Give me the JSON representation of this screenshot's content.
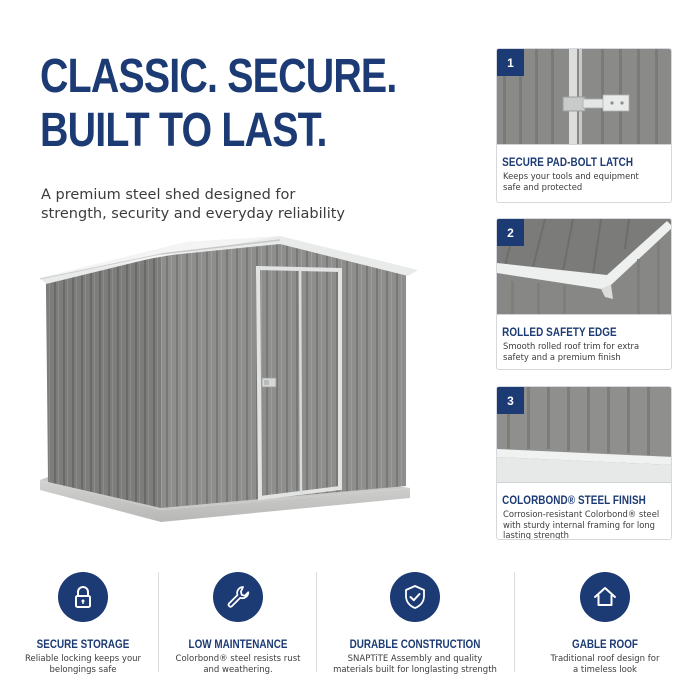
{
  "headline": {
    "line1": "CLASSIC. SECURE.",
    "line2": "BUILT TO LAST."
  },
  "subline": {
    "line1": "A premium steel shed designed for",
    "line2": "strength, security and everyday reliability"
  },
  "colors": {
    "navy": "#1c3a73",
    "steel": "#8b8c8a",
    "text": "#3c3c3c"
  },
  "cards": [
    {
      "number": "1",
      "title": "SECURE PAD-BOLT LATCH",
      "desc_line1": "Keeps your tools and equipment",
      "desc_line2": "safe and protected",
      "desc_line3": ""
    },
    {
      "number": "2",
      "title": "ROLLED SAFETY EDGE",
      "desc_line1": "Smooth rolled roof trim for extra",
      "desc_line2": "safety and a premium finish",
      "desc_line3": ""
    },
    {
      "number": "3",
      "title": "COLORBOND® STEEL FINISH",
      "desc_line1": "Corrosion-resistant Colorbond® steel",
      "desc_line2": "with sturdy internal framing for long",
      "desc_line3": "lasting strength"
    }
  ],
  "features": [
    {
      "icon": "padlock-icon",
      "title": "SECURE STORAGE",
      "desc_line1": "Reliable locking keeps your",
      "desc_line2": "belongings safe"
    },
    {
      "icon": "wrench-icon",
      "title": "LOW MAINTENANCE",
      "desc_line1": "Colorbond® steel resists rust",
      "desc_line2": "and weathering."
    },
    {
      "icon": "shield-check-icon",
      "title": "DURABLE CONSTRUCTION",
      "desc_line1": "SNAPTiTE Assembly and quality",
      "desc_line2": "materials built for longlasting strength"
    },
    {
      "icon": "house-icon",
      "title": "GABLE ROOF",
      "desc_line1": "Traditional roof design for",
      "desc_line2": "a timeless look"
    }
  ]
}
